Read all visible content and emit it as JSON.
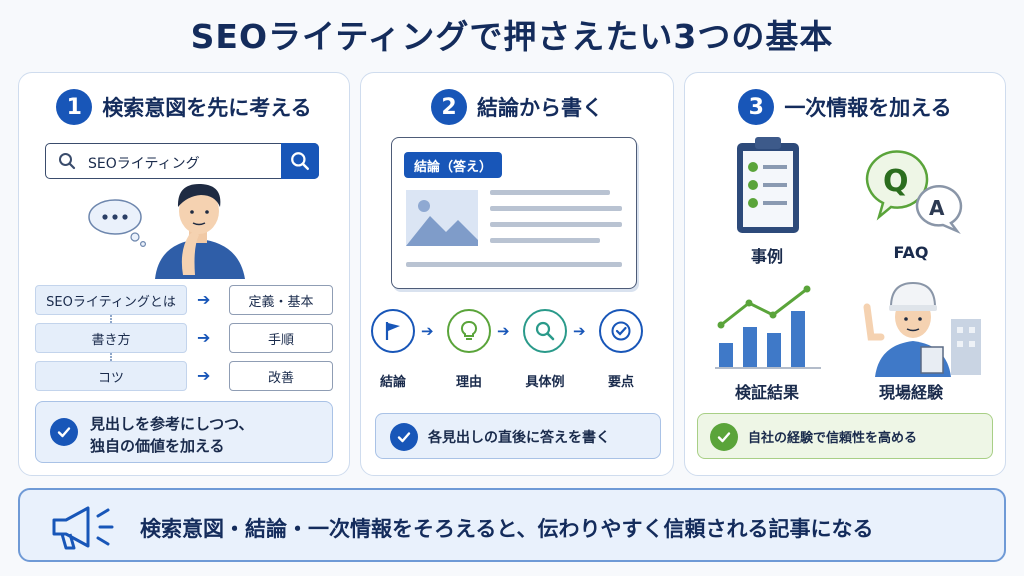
{
  "title": "SEOライティングで押さえたい3つの基本",
  "colors": {
    "primary": "#1856b8",
    "accent_green": "#5aa43a",
    "navy_text": "#142c5c"
  },
  "panels": [
    {
      "number": "1",
      "title": "検索意図を先に考える",
      "search_query": "SEOライティング",
      "rows": [
        {
          "left": "SEOライティングとは",
          "right": "定義・基本"
        },
        {
          "left": "書き方",
          "right": "手順"
        },
        {
          "left": "コツ",
          "right": "改善"
        }
      ],
      "tip_line1": "見出しを参考にしつつ、",
      "tip_line2": "独自の価値を加える"
    },
    {
      "number": "2",
      "title": "結論から書く",
      "doc_label": "結論（答え）",
      "steps": [
        "結論",
        "理由",
        "具体例",
        "要点"
      ],
      "tip": "各見出しの直後に答えを書く"
    },
    {
      "number": "3",
      "title": "一次情報を加える",
      "items": [
        "事例",
        "FAQ",
        "検証結果",
        "現場経験"
      ],
      "faq_q": "Q",
      "faq_a": "A",
      "tip": "自社の経験で信頼性を高める"
    }
  ],
  "banner": "検索意図・結論・一次情報をそろえると、伝わりやすく信頼される記事になる"
}
